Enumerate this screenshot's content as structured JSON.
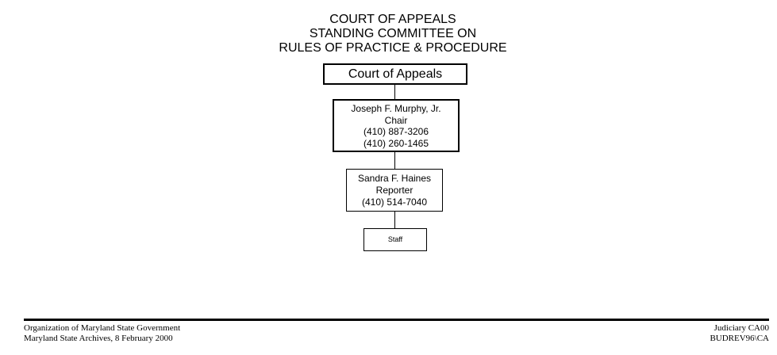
{
  "title": {
    "line1": "COURT OF APPEALS",
    "line2": "STANDING COMMITTEE ON",
    "line3": "RULES OF PRACTICE & PROCEDURE"
  },
  "chart": {
    "court": "Court of Appeals",
    "chair": {
      "name": "Joseph F. Murphy, Jr.",
      "role": "Chair",
      "phone1": "(410) 887-3206",
      "phone2": "(410) 260-1465"
    },
    "reporter": {
      "name": "Sandra F. Haines",
      "role": "Reporter",
      "phone": "(410) 514-7040"
    },
    "staff": "Staff"
  },
  "footer": {
    "left1": "Organization of Maryland State Government",
    "left2": "Maryland State Archives, 8 February 2000",
    "right1": "Judiciary CA00",
    "right2": "BUDREV96\\CA"
  }
}
